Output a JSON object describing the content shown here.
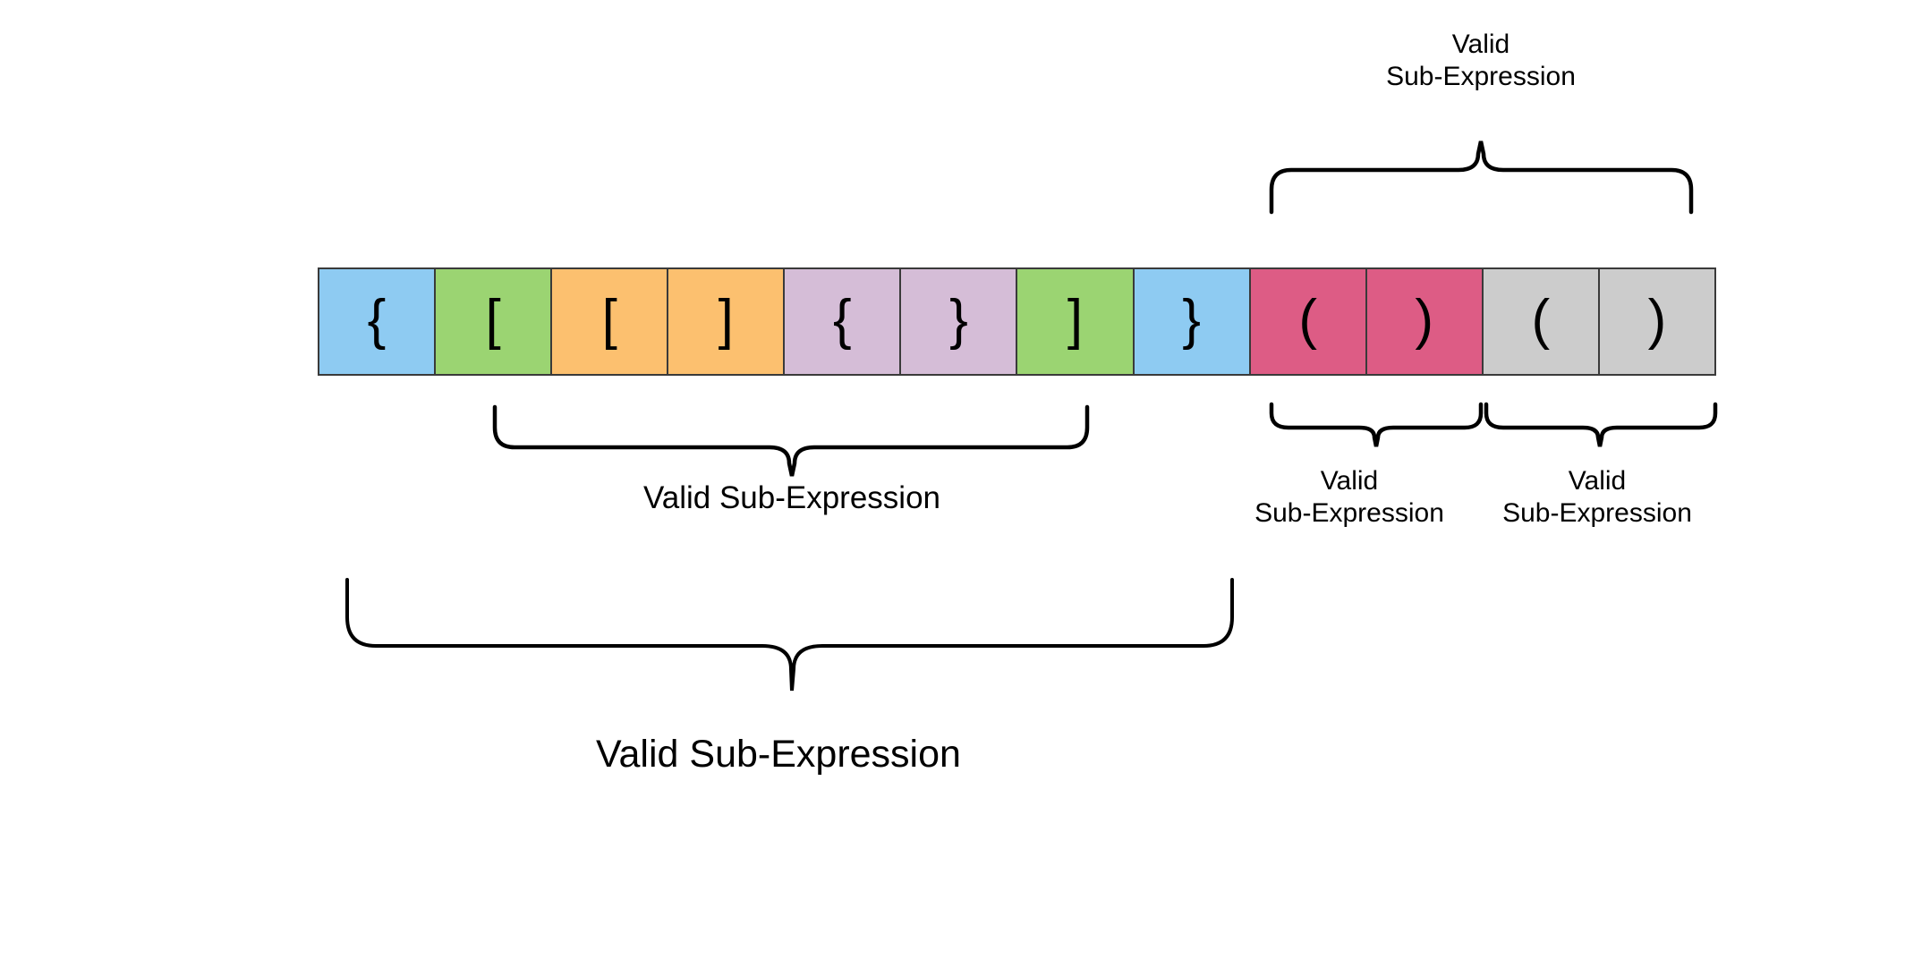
{
  "diagram": {
    "title": "Bracket expression with valid sub-expression braces",
    "background_color": "#ffffff",
    "stroke_color": "#000000",
    "cell_border_color": "#3a3a3a"
  },
  "strip": {
    "name": "bracket-token-strip",
    "cell_count": 12,
    "cells": [
      {
        "index": 1,
        "glyph": "{",
        "color": "#8ecbf2",
        "color_name": "light-blue"
      },
      {
        "index": 2,
        "glyph": "[",
        "color": "#9bd472",
        "color_name": "green"
      },
      {
        "index": 3,
        "glyph": "[",
        "color": "#fcc06f",
        "color_name": "orange"
      },
      {
        "index": 4,
        "glyph": "]",
        "color": "#fcc06f",
        "color_name": "orange"
      },
      {
        "index": 5,
        "glyph": "{",
        "color": "#d5bdd7",
        "color_name": "purple"
      },
      {
        "index": 6,
        "glyph": "}",
        "color": "#d5bdd7",
        "color_name": "purple"
      },
      {
        "index": 7,
        "glyph": "]",
        "color": "#9bd472",
        "color_name": "green"
      },
      {
        "index": 8,
        "glyph": "}",
        "color": "#8ecbf2",
        "color_name": "light-blue"
      },
      {
        "index": 9,
        "glyph": "(",
        "color": "#dd5c85",
        "color_name": "pink"
      },
      {
        "index": 10,
        "glyph": ")",
        "color": "#dd5c85",
        "color_name": "pink"
      },
      {
        "index": 11,
        "glyph": "(",
        "color": "#cccccc",
        "color_name": "gray"
      },
      {
        "index": 12,
        "glyph": ")",
        "color": "#cccccc",
        "color_name": "gray"
      }
    ],
    "expression": "{[[]{}]}()()"
  },
  "annotations": [
    {
      "id": "top-right",
      "label": "Valid\nSub-Expression",
      "spans_cells": [
        9,
        12
      ],
      "brace_direction": "up",
      "label_position": "above"
    },
    {
      "id": "mid-left",
      "label": "Valid Sub-Expression",
      "spans_cells": [
        2,
        7
      ],
      "brace_direction": "down",
      "label_position": "below"
    },
    {
      "id": "bottom-right-1",
      "label": "Valid\nSub-Expression",
      "spans_cells": [
        9,
        10
      ],
      "brace_direction": "down",
      "label_position": "below"
    },
    {
      "id": "bottom-right-2",
      "label": "Valid\nSub-Expression",
      "spans_cells": [
        11,
        12
      ],
      "brace_direction": "down",
      "label_position": "below"
    },
    {
      "id": "bottom-main",
      "label": "Valid Sub-Expression",
      "spans_cells": [
        1,
        8
      ],
      "brace_direction": "down",
      "label_position": "below"
    }
  ]
}
